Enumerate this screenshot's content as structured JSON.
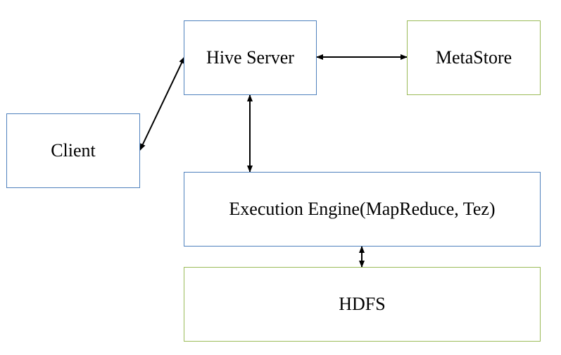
{
  "nodes": {
    "hive_server": "Hive Server",
    "metastore": "MetaStore",
    "client": "Client",
    "execution_engine": "Execution Engine(MapReduce, Tez)",
    "hdfs": "HDFS"
  },
  "colors": {
    "blue_border": "#4f81bd",
    "green_border": "#9bbb59",
    "arrow": "#000000",
    "text": "#000000",
    "background": "#ffffff"
  },
  "edges": [
    {
      "from": "client",
      "to": "hive_server",
      "direction": "bidirectional"
    },
    {
      "from": "hive_server",
      "to": "metastore",
      "direction": "bidirectional"
    },
    {
      "from": "hive_server",
      "to": "execution_engine",
      "direction": "bidirectional"
    },
    {
      "from": "execution_engine",
      "to": "hdfs",
      "direction": "bidirectional"
    }
  ]
}
